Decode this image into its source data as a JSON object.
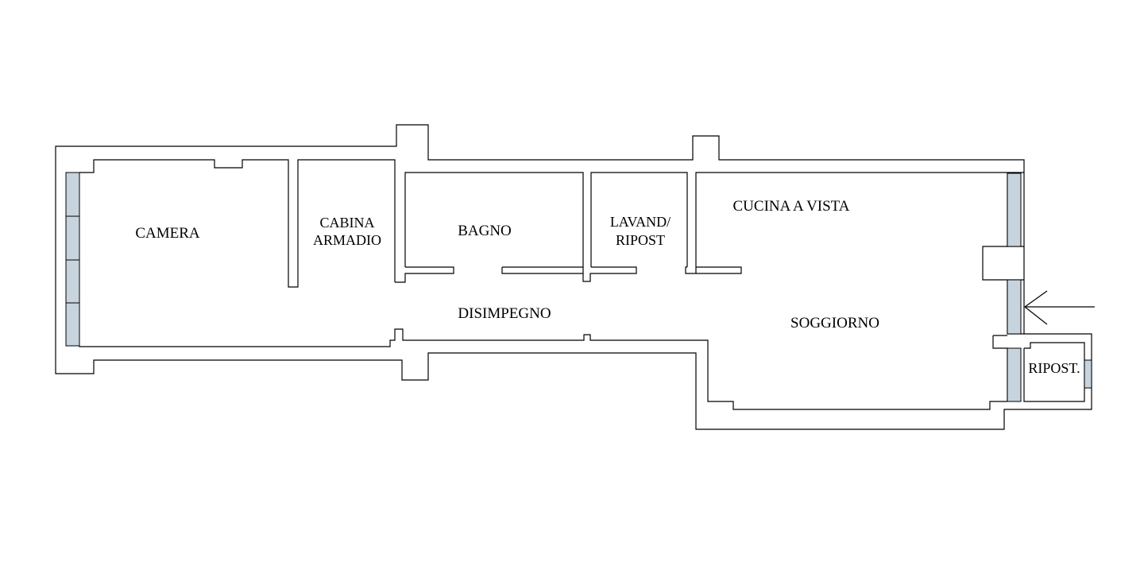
{
  "colors": {
    "wall": "#000000",
    "window_fill": "#c7d4de",
    "background": "#ffffff"
  },
  "rooms": {
    "camera": "CAMERA",
    "cabina_line1": "CABINA",
    "cabina_line2": "ARMADIO",
    "bagno": "BAGNO",
    "lavand_line1": "LAVAND/",
    "lavand_line2": "RIPOST",
    "cucina": "CUCINA A VISTA",
    "disimpegno": "DISIMPEGNO",
    "soggiorno": "SOGGIORNO",
    "ripost": "RIPOST."
  },
  "icons": {
    "entrance": "entrance-arrow-icon"
  }
}
